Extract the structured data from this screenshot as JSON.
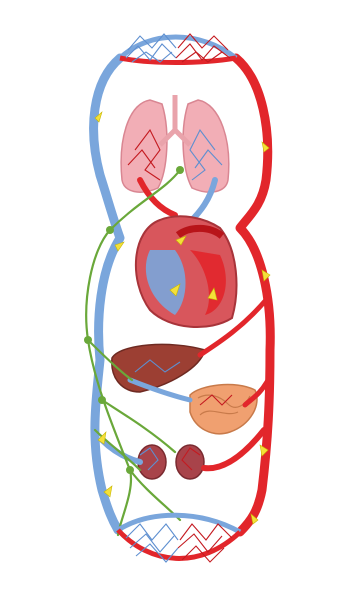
{
  "colors": {
    "background": "#ffffff",
    "vein": "#7aa6dc",
    "vein_dark": "#4f7fc2",
    "artery": "#e2262b",
    "artery_dark": "#b81419",
    "lung": "#f2aeb6",
    "lung_dark": "#d98692",
    "heart": "#d8565c",
    "liver": "#9c3f33",
    "intestine": "#f0a070",
    "kidney": "#a8434a",
    "lymph": "#6aa83a",
    "arrow": "#f4e03a"
  },
  "organs": [
    "lungs",
    "heart",
    "liver",
    "intestine",
    "kidneys"
  ],
  "icons": [
    "flow-arrow-icon"
  ]
}
